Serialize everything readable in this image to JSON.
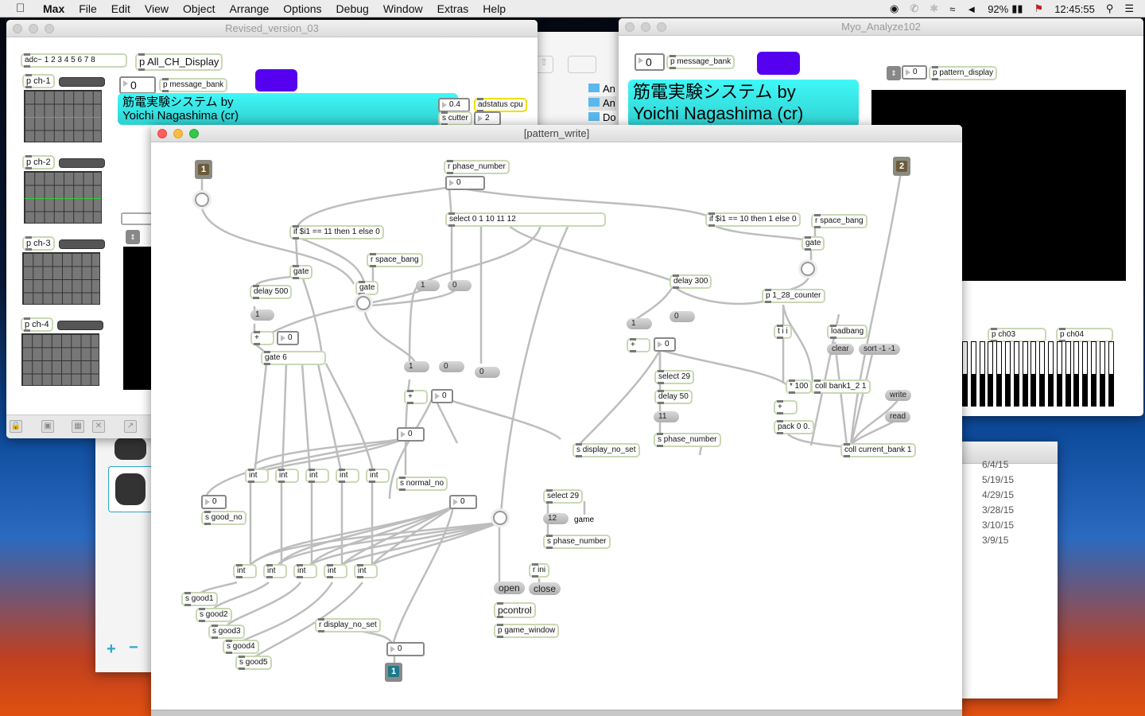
{
  "menubar": {
    "apple": "",
    "app": "Max",
    "items": [
      "File",
      "Edit",
      "View",
      "Object",
      "Arrange",
      "Options",
      "Debug",
      "Window",
      "Extras",
      "Help"
    ],
    "battery": "92%",
    "clock": "12:45:55",
    "icons": [
      "camera-icon",
      "phone-icon",
      "bluetooth-icon",
      "wifi-icon",
      "volume-icon",
      "battery-icon",
      "flag-icon",
      "search-icon",
      "list-icon"
    ]
  },
  "win_revised": {
    "title": "Revised_version_03",
    "adc": "adc~ 1 2 3 4 5 6 7 8",
    "all_ch": "p All_CH_Display",
    "num0": "0",
    "msgbank": "p message_bank",
    "banner": "筋電実験システム by\nYoichi Nagashima (cr)",
    "channels": [
      "p ch-1",
      "p ch-2",
      "p ch-3",
      "p ch-4"
    ],
    "cutter_val": "0.4",
    "cutter": "s cutter",
    "adstatus": "adstatus cpu",
    "cpu_val": "2"
  },
  "finder": {
    "items": [
      "An",
      "An",
      "Do"
    ]
  },
  "win_myo": {
    "title": "Myo_Analyze102",
    "num0": "0",
    "msgbank": "p message_bank",
    "banner": "筋電実験システム by\nYoichi Nagashima (cr)",
    "pattern_num": "0",
    "pattern": "p pattern_display",
    "ch03": "p ch03",
    "ch04": "p ch04"
  },
  "dates": [
    "6/4/15",
    "5/19/15",
    "4/29/15",
    "3/28/15",
    "3/10/15",
    "3/9/15"
  ],
  "pw": {
    "title": "[pattern_write]",
    "inlet1": "1",
    "inlet2": "2",
    "outlet1": "1",
    "r_phase": "r phase_number",
    "phase_num": "0",
    "select_main": "select 0 1 10 11 12",
    "if11": "if $i1 == 11 then 1 else 0",
    "if10": "if $i1 == 10 then 1 else 0",
    "r_space1": "r space_bang",
    "r_space2": "r space_bang",
    "gate1": "gate",
    "gate2": "gate",
    "gate3": "gate",
    "delay500": "delay 500",
    "delay300": "delay 300",
    "delay50": "delay 50",
    "m1a": "1",
    "m0a": "0",
    "m1b": "1",
    "m1c": "1",
    "m0c": "0",
    "m0d": "0",
    "m1e": "1",
    "m0e": "0",
    "plus": "+",
    "n0a": "0",
    "n0b": "0",
    "n0c": "0",
    "n0d": "0",
    "n0e": "0",
    "n0f": "0",
    "n0g": "0",
    "gate6": "gate 6",
    "counter": "p 1_28_counter",
    "tii": "t i i",
    "loadbang": "loadbang",
    "clear": "clear",
    "sort": "sort -1 -1",
    "times100": "* 100",
    "collbank": "coll bank1_2 1",
    "write": "write",
    "read": "read",
    "pack": "pack 0 0.",
    "collcur": "coll current_bank 1",
    "select29a": "select 29",
    "m11": "11",
    "s_phase1": "s phase_number",
    "s_display": "s display_no_set",
    "int": "int",
    "s_normal": "s normal_no",
    "s_good_no": "s good_no",
    "goods": [
      "s good1",
      "s good2",
      "s good3",
      "s good4",
      "s good5"
    ],
    "select29b": "select 29",
    "m12": "12",
    "game": "game",
    "s_phase2": "s phase_number",
    "r_ini": "r ini",
    "open": "open",
    "close": "close",
    "pcontrol": "pcontrol",
    "game_window": "p game_window",
    "r_display": "r display_no_set"
  }
}
